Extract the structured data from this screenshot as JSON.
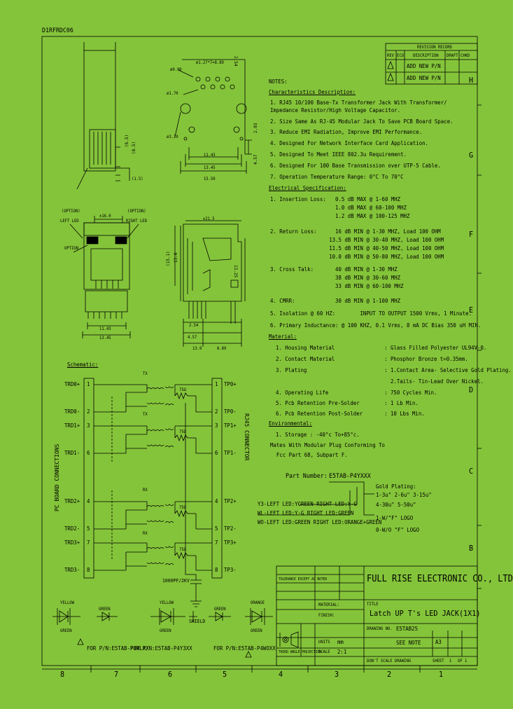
{
  "doc_id": "D1RFRDC06",
  "revision": {
    "title": "REVISION RECORD",
    "headers": [
      "REV",
      "ECO",
      "DESCRIPTION",
      "DRAFT",
      "CHKD"
    ],
    "rows": [
      {
        "rev": "",
        "eco": "",
        "desc": "ADD NEW P/N",
        "draft": "",
        "chkd": ""
      },
      {
        "rev": "",
        "eco": "",
        "desc": "ADD NEW P/N",
        "draft": "",
        "chkd": ""
      }
    ]
  },
  "zones_right": [
    "H",
    "G",
    "F",
    "E",
    "D",
    "C",
    "B"
  ],
  "zones_bottom": [
    "8",
    "7",
    "6",
    "5",
    "4",
    "3",
    "2",
    "1"
  ],
  "dims": {
    "d090": "ø0.90",
    "d127": "ø1.27*7=8.89",
    "d170": "ø1.70",
    "d320": "ø3.20",
    "w1143a": "11.43",
    "w1345a": "13.45",
    "w1550": "15.50",
    "h203": "2.03",
    "h457": "4.57",
    "h254": "2.54",
    "h65": "(6.5)",
    "h85": "(8.5)",
    "h15": "(1.5)",
    "w160": "±16.0",
    "w1143b": "11.43",
    "w1345b": "13.45",
    "w215": "±21.5",
    "h151": "(15.1)",
    "h136": "13.6",
    "h1325": "13.25",
    "b254": "2.54",
    "b457": "4.57",
    "b139": "13.9",
    "b889": "8.89",
    "opt_left": "(OPTION)",
    "left_led": "LEFT LED",
    "opt_right": "(OPTION)",
    "right_led": "RIGHT LED",
    "option": "OPTION"
  },
  "notes": {
    "title": "NOTES:",
    "char_title": "Characteristics Description:",
    "char_items": [
      "1. RJ45 10/100 Base-Tx Transformer Jack With Transformer/",
      "   Impedance Resistor/High Voltage Capacitor.",
      "2. Size Same As RJ-45 Modular Jack To Save PCB Board Space.",
      "3. Reduce EMI Radiation, Improve EMI Performance.",
      "4. Designed For Network Interface Card Application.",
      "5. Designed To Meet IEEE 802.3u Requirement.",
      "6. Designed For 100 Base Transmission over UTP-5 Cable.",
      "7. Operation Temperature Range: 0°C To 70°C"
    ],
    "elec_title": "Electrical Specification:",
    "elec_items": [
      "1. Insertion Loss:   0.5 dB MAX @ 1-60 MHZ",
      "                     1.0 dB MAX @ 60-100 MHZ",
      "                     1.2 dB MAX @ 100-125 MHZ",
      "2. Return Loss:      16 dB MIN @ 1-30 MHZ, Load 100 OHM",
      "                   13.5 dB MIN @ 30-40 MHZ, Load 100 OHM",
      "                   11.5 dB MIN @ 40-50 MHZ, Load 100 OHM",
      "                   10.0 dB MIN @ 50-80 MHZ, Load 100 OHM",
      "3. Cross Talk:       40 dB MIN @ 1-30 MHZ",
      "                     38 dB MIN @ 30-60 MHZ",
      "                     33 dB MIN @ 60-100 MHZ",
      "4. CMRR:             30 dB MIN @ 1-100 MHZ",
      "5. Isolation @ 60 HZ:        INPUT TO OUTPUT 1500 Vrms, 1 Minute.",
      "6. Primary Inductance: @ 100 KHZ, 0.1 Vrms, 8 mA DC Bias 350 uH MIN."
    ],
    "mat_title": "Material:",
    "mat_items": [
      "1. Housing Material                : Glass Filled Polyester UL94V-0.",
      "2. Contact Material                : Phosphor Bronze t=0.35mm.",
      "3. Plating                         : 1.Contact Area- Selective Gold Plating.",
      "                                     2.Tails- Tin-Lead Over Nickel.",
      "4. Operating Life                  : 750 Cycles Min.",
      "5. Pcb Retention Pre-Solder        : 1 Lb Min.",
      "6. Pcb Retention Post-Solder       : 10 Lbs Min."
    ],
    "env_title": "Environmental:",
    "env_items": [
      "1. Storage         : -40°c To+85°c.",
      "Mates With Modular Plug Conforming To",
      "  Fcc Part 68, Subpart F."
    ]
  },
  "part": {
    "label": "Part Number:",
    "value": "E5TAB-P4YXXX",
    "gold_title": "Gold Plating:",
    "gold_items": [
      "1-3u\" 2-6u\" 3-15u\"",
      "4-30u\" 5-50u\""
    ],
    "logo_items": [
      "1-W/\"F\" LOGO",
      "0-W/O \"F\" LOGO"
    ],
    "led_items": [
      "Y3-LEFT LED:YGREEN RIGHT LED:Y-G",
      "WL-LEFT LED:Y-G RIGHT LED:GREEN",
      "WO-LEFT LED:GREEN RIGHT LED:ORANGE+GREEN"
    ]
  },
  "schematic": {
    "title": "Schematic:",
    "left_pins": [
      {
        "name": "TRD0+",
        "num": "1"
      },
      {
        "name": "TRD0-",
        "num": "2"
      },
      {
        "name": "TRD1+",
        "num": "3"
      },
      {
        "name": "TRD1-",
        "num": "6"
      },
      {
        "name": "TRD2+",
        "num": "4"
      },
      {
        "name": "TRD2-",
        "num": "5"
      },
      {
        "name": "TRD3+",
        "num": "7"
      },
      {
        "name": "TRD3-",
        "num": "8"
      }
    ],
    "right_pins": [
      {
        "name": "TP0+",
        "num": "1"
      },
      {
        "name": "TP0-",
        "num": "2"
      },
      {
        "name": "TP1+",
        "num": "3"
      },
      {
        "name": "TP1-",
        "num": "6"
      },
      {
        "name": "TP2+",
        "num": "4"
      },
      {
        "name": "TP2-",
        "num": "5"
      },
      {
        "name": "TP3+",
        "num": "7"
      },
      {
        "name": "TP3-",
        "num": "8"
      }
    ],
    "left_label": "PC BOARD CONNECTIONS",
    "right_label": "RJ45 CONNECTOR",
    "resistor": "75Ω",
    "tx": "TX",
    "rx": "RX",
    "cap": "1000PF/2KV",
    "shield": "SHIELD"
  },
  "leds": {
    "yellow": "YELLOW",
    "green": "GREEN",
    "orange": "ORANGE",
    "for1": "FOR P/N:E5TAB-P4WLXX",
    "for2": "FOR P/N:E5TAB-P4Y3XX",
    "for3": "FOR P/N:E5TAB-P4WOXX"
  },
  "title_block": {
    "company": "FULL RISE ELECTRONIC CO., LTD",
    "title_label": "TITLE",
    "title": "Latch UP T's LED JACK(1X1)",
    "draw_label": "DRAWING NO.",
    "draw_no": "E5TAB25",
    "sheet_label": "SHEET",
    "sheet": "1",
    "of": "OF 1",
    "scale_label": "SCALE",
    "scale": "2:1",
    "units_label": "UNITS",
    "units": "mm",
    "material_label": "MATERIAL:",
    "finish_label": "FINISH:",
    "dont_scale": "DON'T SCALE DRAWING",
    "tolerance": "TOLERANCE EXCEPT AS NOTED",
    "projection": "THIRD ANGLE PROJECTION",
    "size": "A3",
    "see_note": "SEE NOTE"
  }
}
